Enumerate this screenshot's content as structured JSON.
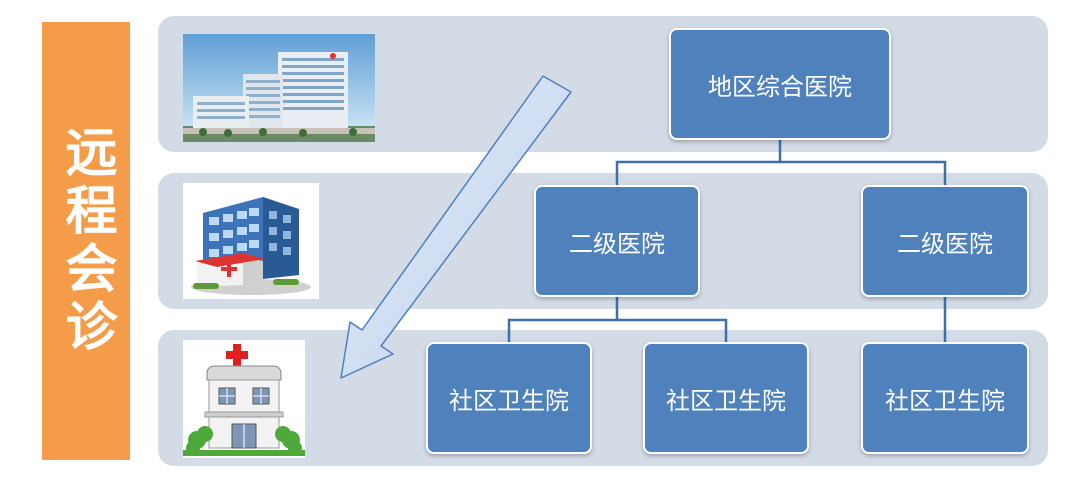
{
  "sidebar": {
    "title": "远程会诊",
    "color": "#f59c4a"
  },
  "tiers": {
    "band_color": "#d3dbe7"
  },
  "nodes": {
    "color": "#4f81bd",
    "regional": "地区综合医院",
    "secondary": [
      "二级医院",
      "二级医院"
    ],
    "community": [
      "社区卫生院",
      "社区卫生院",
      "社区卫生院"
    ]
  },
  "icons": {
    "tier1": "large-hospital-photo",
    "tier2": "hospital-building-icon",
    "tier3": "clinic-building-icon",
    "flow": "down-left-arrow-icon"
  }
}
